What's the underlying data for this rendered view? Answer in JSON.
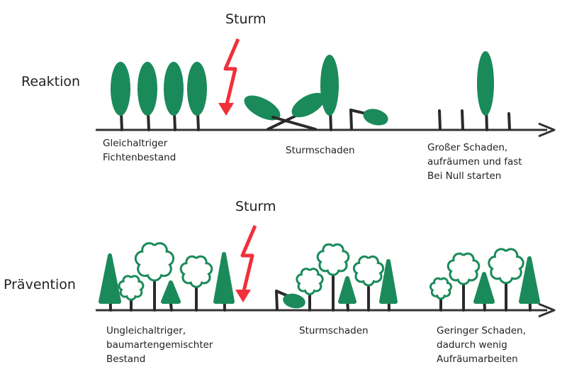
{
  "colors": {
    "tree": "#1a8a5a",
    "trunk": "#2a2a2a",
    "lightning": "#f0303a",
    "axis": "#333333"
  },
  "top": {
    "row_label": "Reaktion",
    "storm_label": "Sturm",
    "captions": [
      "Gleichaltriger\nFichtenbestand",
      "Sturmschaden",
      "Großer Schaden,\naufräumen und fast\nBei Null starten"
    ]
  },
  "bottom": {
    "row_label": "Prävention",
    "storm_label": "Sturm",
    "captions": [
      "Ungleichaltriger,\nbaumartengemischter\nBestand",
      "Sturmschaden",
      "Geringer Schaden,\ndadurch wenig\nAufräumarbeiten"
    ]
  }
}
